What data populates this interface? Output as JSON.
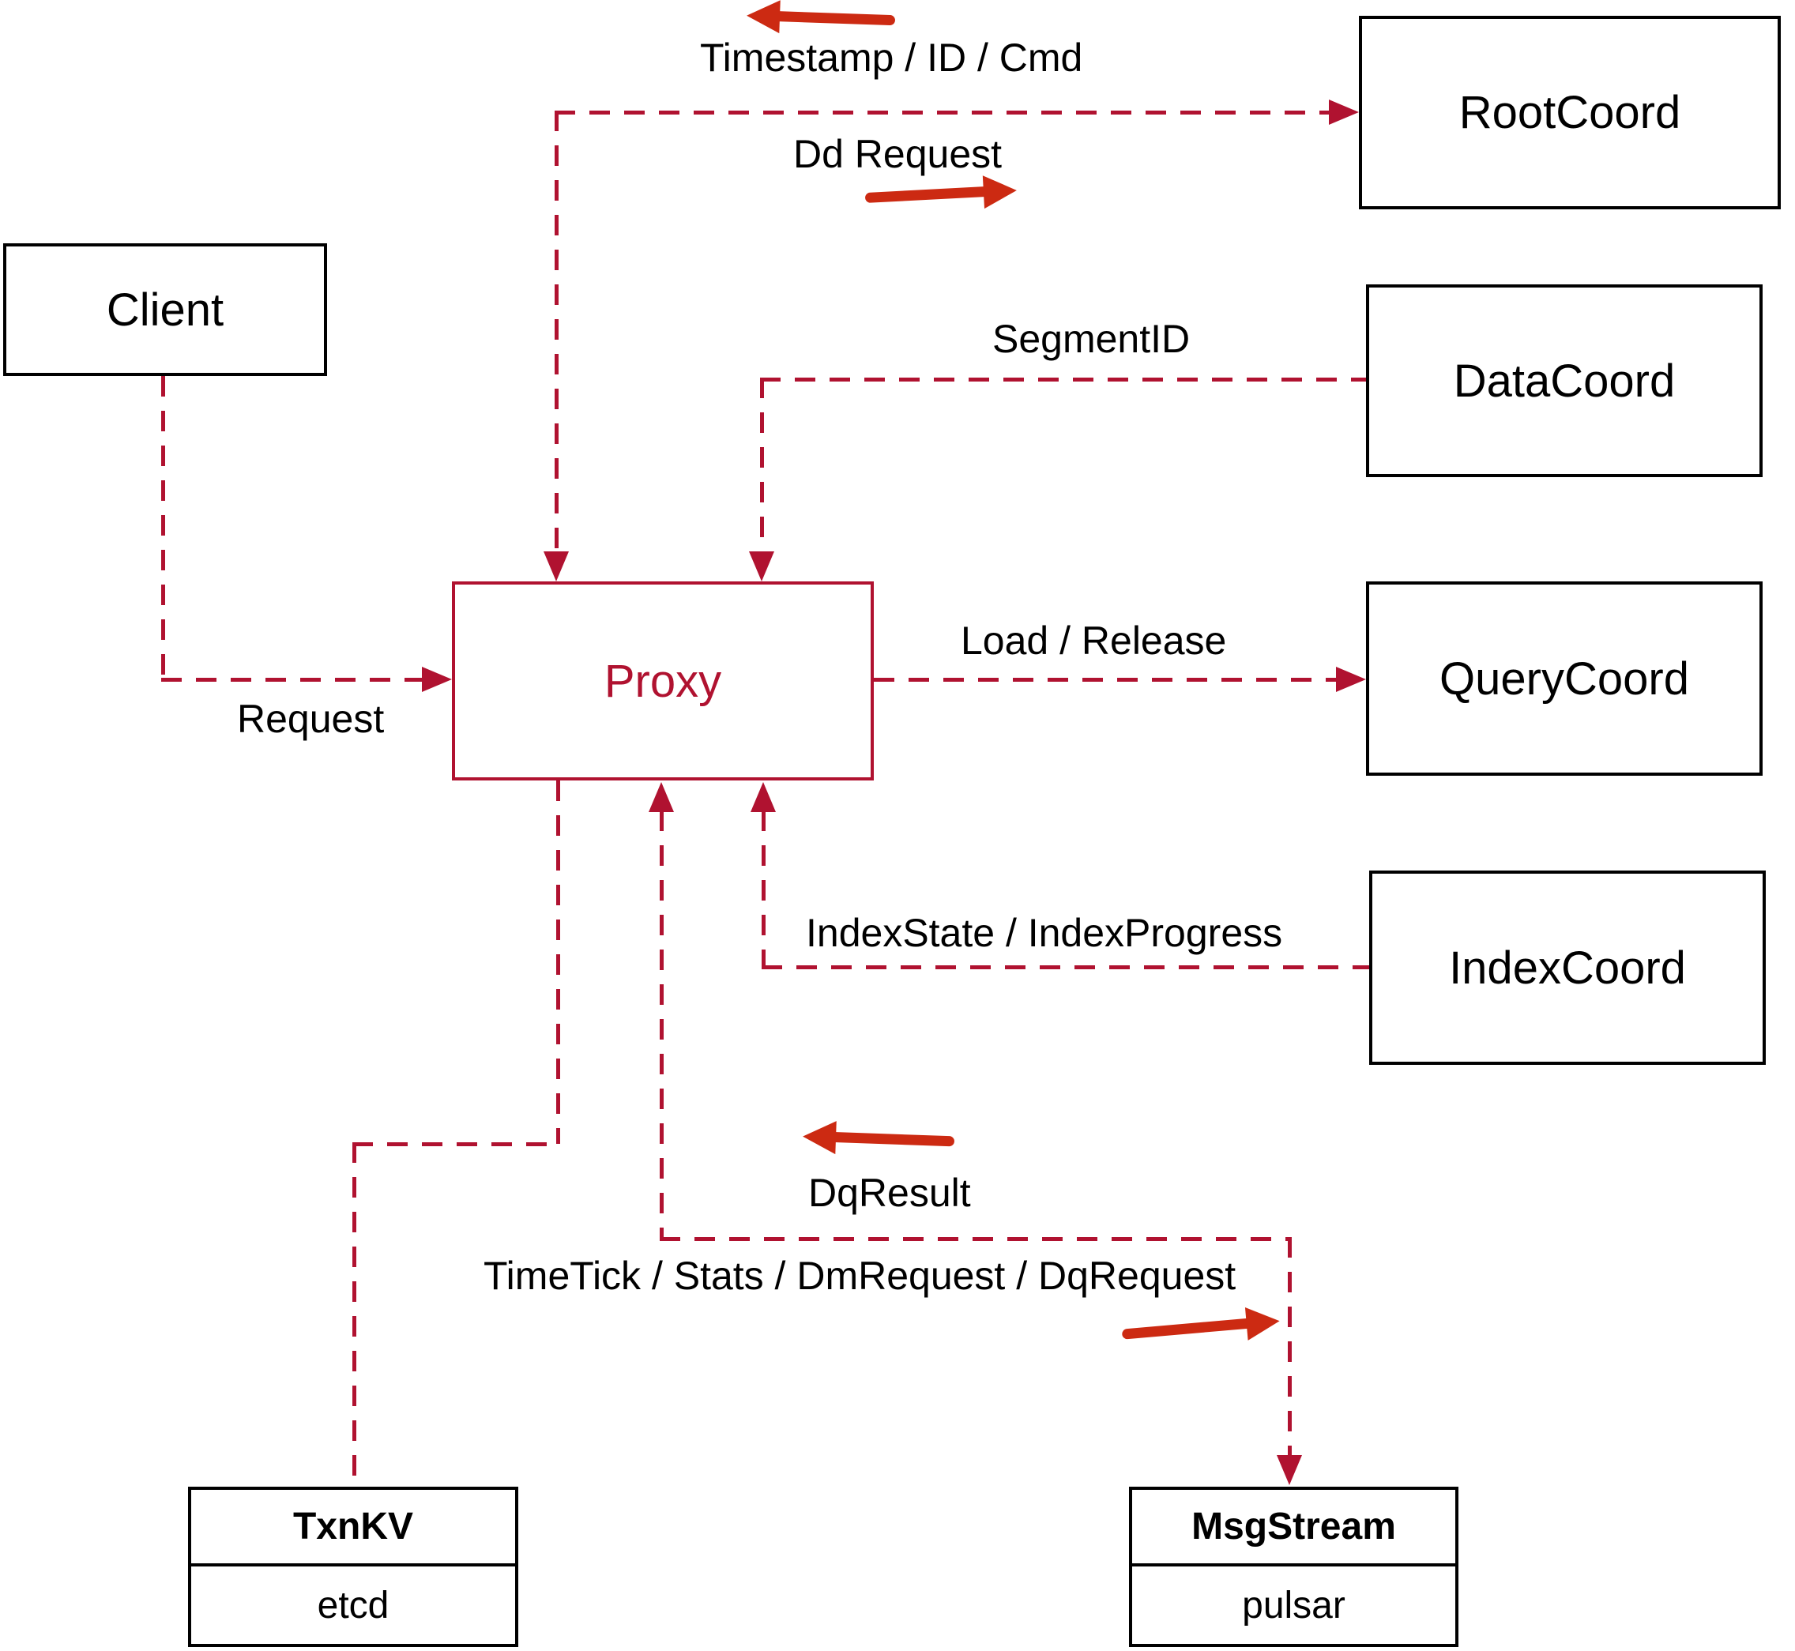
{
  "colors": {
    "line": "#b01230",
    "arrow": "#cc2a12",
    "box_border": "#000000",
    "text": "#000000",
    "background": "#ffffff"
  },
  "nodes": {
    "client": {
      "label": "Client"
    },
    "rootcoord": {
      "label": "RootCoord"
    },
    "datacoord": {
      "label": "DataCoord"
    },
    "querycoord": {
      "label": "QueryCoord"
    },
    "indexcoord": {
      "label": "IndexCoord"
    },
    "proxy": {
      "label": "Proxy"
    },
    "txnkv": {
      "title": "TxnKV",
      "impl": "etcd"
    },
    "msgstream": {
      "title": "MsgStream",
      "impl": "pulsar"
    }
  },
  "edges": {
    "client_to_proxy": {
      "label": "Request"
    },
    "proxy_rootcoord": {
      "label_to_proxy": "Timestamp / ID / Cmd",
      "label_to_rootcoord": "Dd Request"
    },
    "datacoord_to_proxy": {
      "label": "SegmentID"
    },
    "proxy_to_querycoord": {
      "label": "Load / Release"
    },
    "indexcoord_to_proxy": {
      "label": "IndexState / IndexProgress"
    },
    "proxy_msgstream": {
      "label_to_proxy": "DqResult",
      "label_to_msgstream": "TimeTick / Stats / DmRequest / DqRequest"
    }
  }
}
